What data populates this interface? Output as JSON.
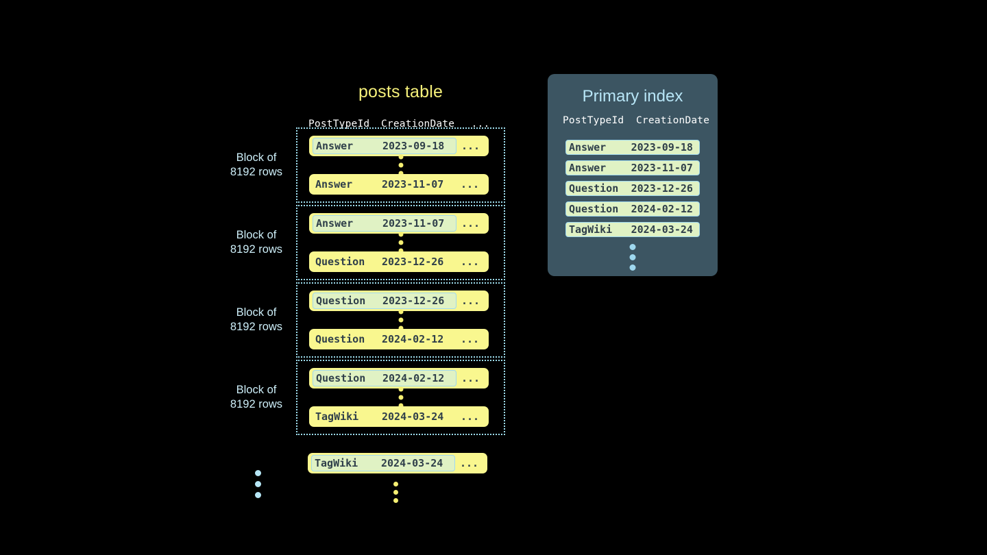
{
  "posts_table": {
    "title": "posts table",
    "columns": [
      "PostTypeId",
      "CreationDate",
      "..."
    ],
    "block_label": "Block of\n8192 rows",
    "block_label_line1": "Block of",
    "block_label_line2": "8192 rows",
    "ellipsis": "...",
    "blocks": [
      {
        "label_line1": "Block of",
        "label_line2": "8192 rows",
        "first_row": {
          "post_type": "Answer",
          "creation_date": "2023-09-18",
          "more": "...",
          "highlighted": true
        },
        "last_row": {
          "post_type": "Answer",
          "creation_date": "2023-11-07",
          "more": "...",
          "highlighted": false
        }
      },
      {
        "label_line1": "Block of",
        "label_line2": "8192 rows",
        "first_row": {
          "post_type": "Answer",
          "creation_date": "2023-11-07",
          "more": "...",
          "highlighted": true
        },
        "last_row": {
          "post_type": "Question",
          "creation_date": "2023-12-26",
          "more": "...",
          "highlighted": false
        }
      },
      {
        "label_line1": "Block of",
        "label_line2": "8192 rows",
        "first_row": {
          "post_type": "Question",
          "creation_date": "2023-12-26",
          "more": "...",
          "highlighted": true
        },
        "last_row": {
          "post_type": "Question",
          "creation_date": "2024-02-12",
          "more": "...",
          "highlighted": false
        }
      },
      {
        "label_line1": "Block of",
        "label_line2": "8192 rows",
        "first_row": {
          "post_type": "Question",
          "creation_date": "2024-02-12",
          "more": "...",
          "highlighted": true
        },
        "last_row": {
          "post_type": "TagWiki",
          "creation_date": "2024-03-24",
          "more": "...",
          "highlighted": false
        }
      }
    ],
    "tail_row": {
      "post_type": "TagWiki",
      "creation_date": "2024-03-24",
      "more": "...",
      "highlighted": true
    }
  },
  "primary_index": {
    "title": "Primary index",
    "columns": [
      "PostTypeId",
      "CreationDate"
    ],
    "rows": [
      {
        "post_type": "Answer",
        "creation_date": "2023-09-18"
      },
      {
        "post_type": "Answer",
        "creation_date": "2023-11-07"
      },
      {
        "post_type": "Question",
        "creation_date": "2023-12-26"
      },
      {
        "post_type": "Question",
        "creation_date": "2024-02-12"
      },
      {
        "post_type": "TagWiki",
        "creation_date": "2024-03-24"
      }
    ]
  },
  "colors": {
    "background": "#000000",
    "row_yellow": "#f9f78f",
    "highlight_green": "#e0f2c4",
    "highlight_border": "#9fd8ef",
    "block_border": "#9fdff0",
    "title_yellow": "#f5f07a",
    "title_blue": "#b7e5f6",
    "panel_bg": "#3c5562",
    "text_dark": "#2f3f4a",
    "label_blue": "#cdeef8",
    "dot_yellow": "#f5ef72",
    "dot_blue": "#b6e6f5"
  }
}
